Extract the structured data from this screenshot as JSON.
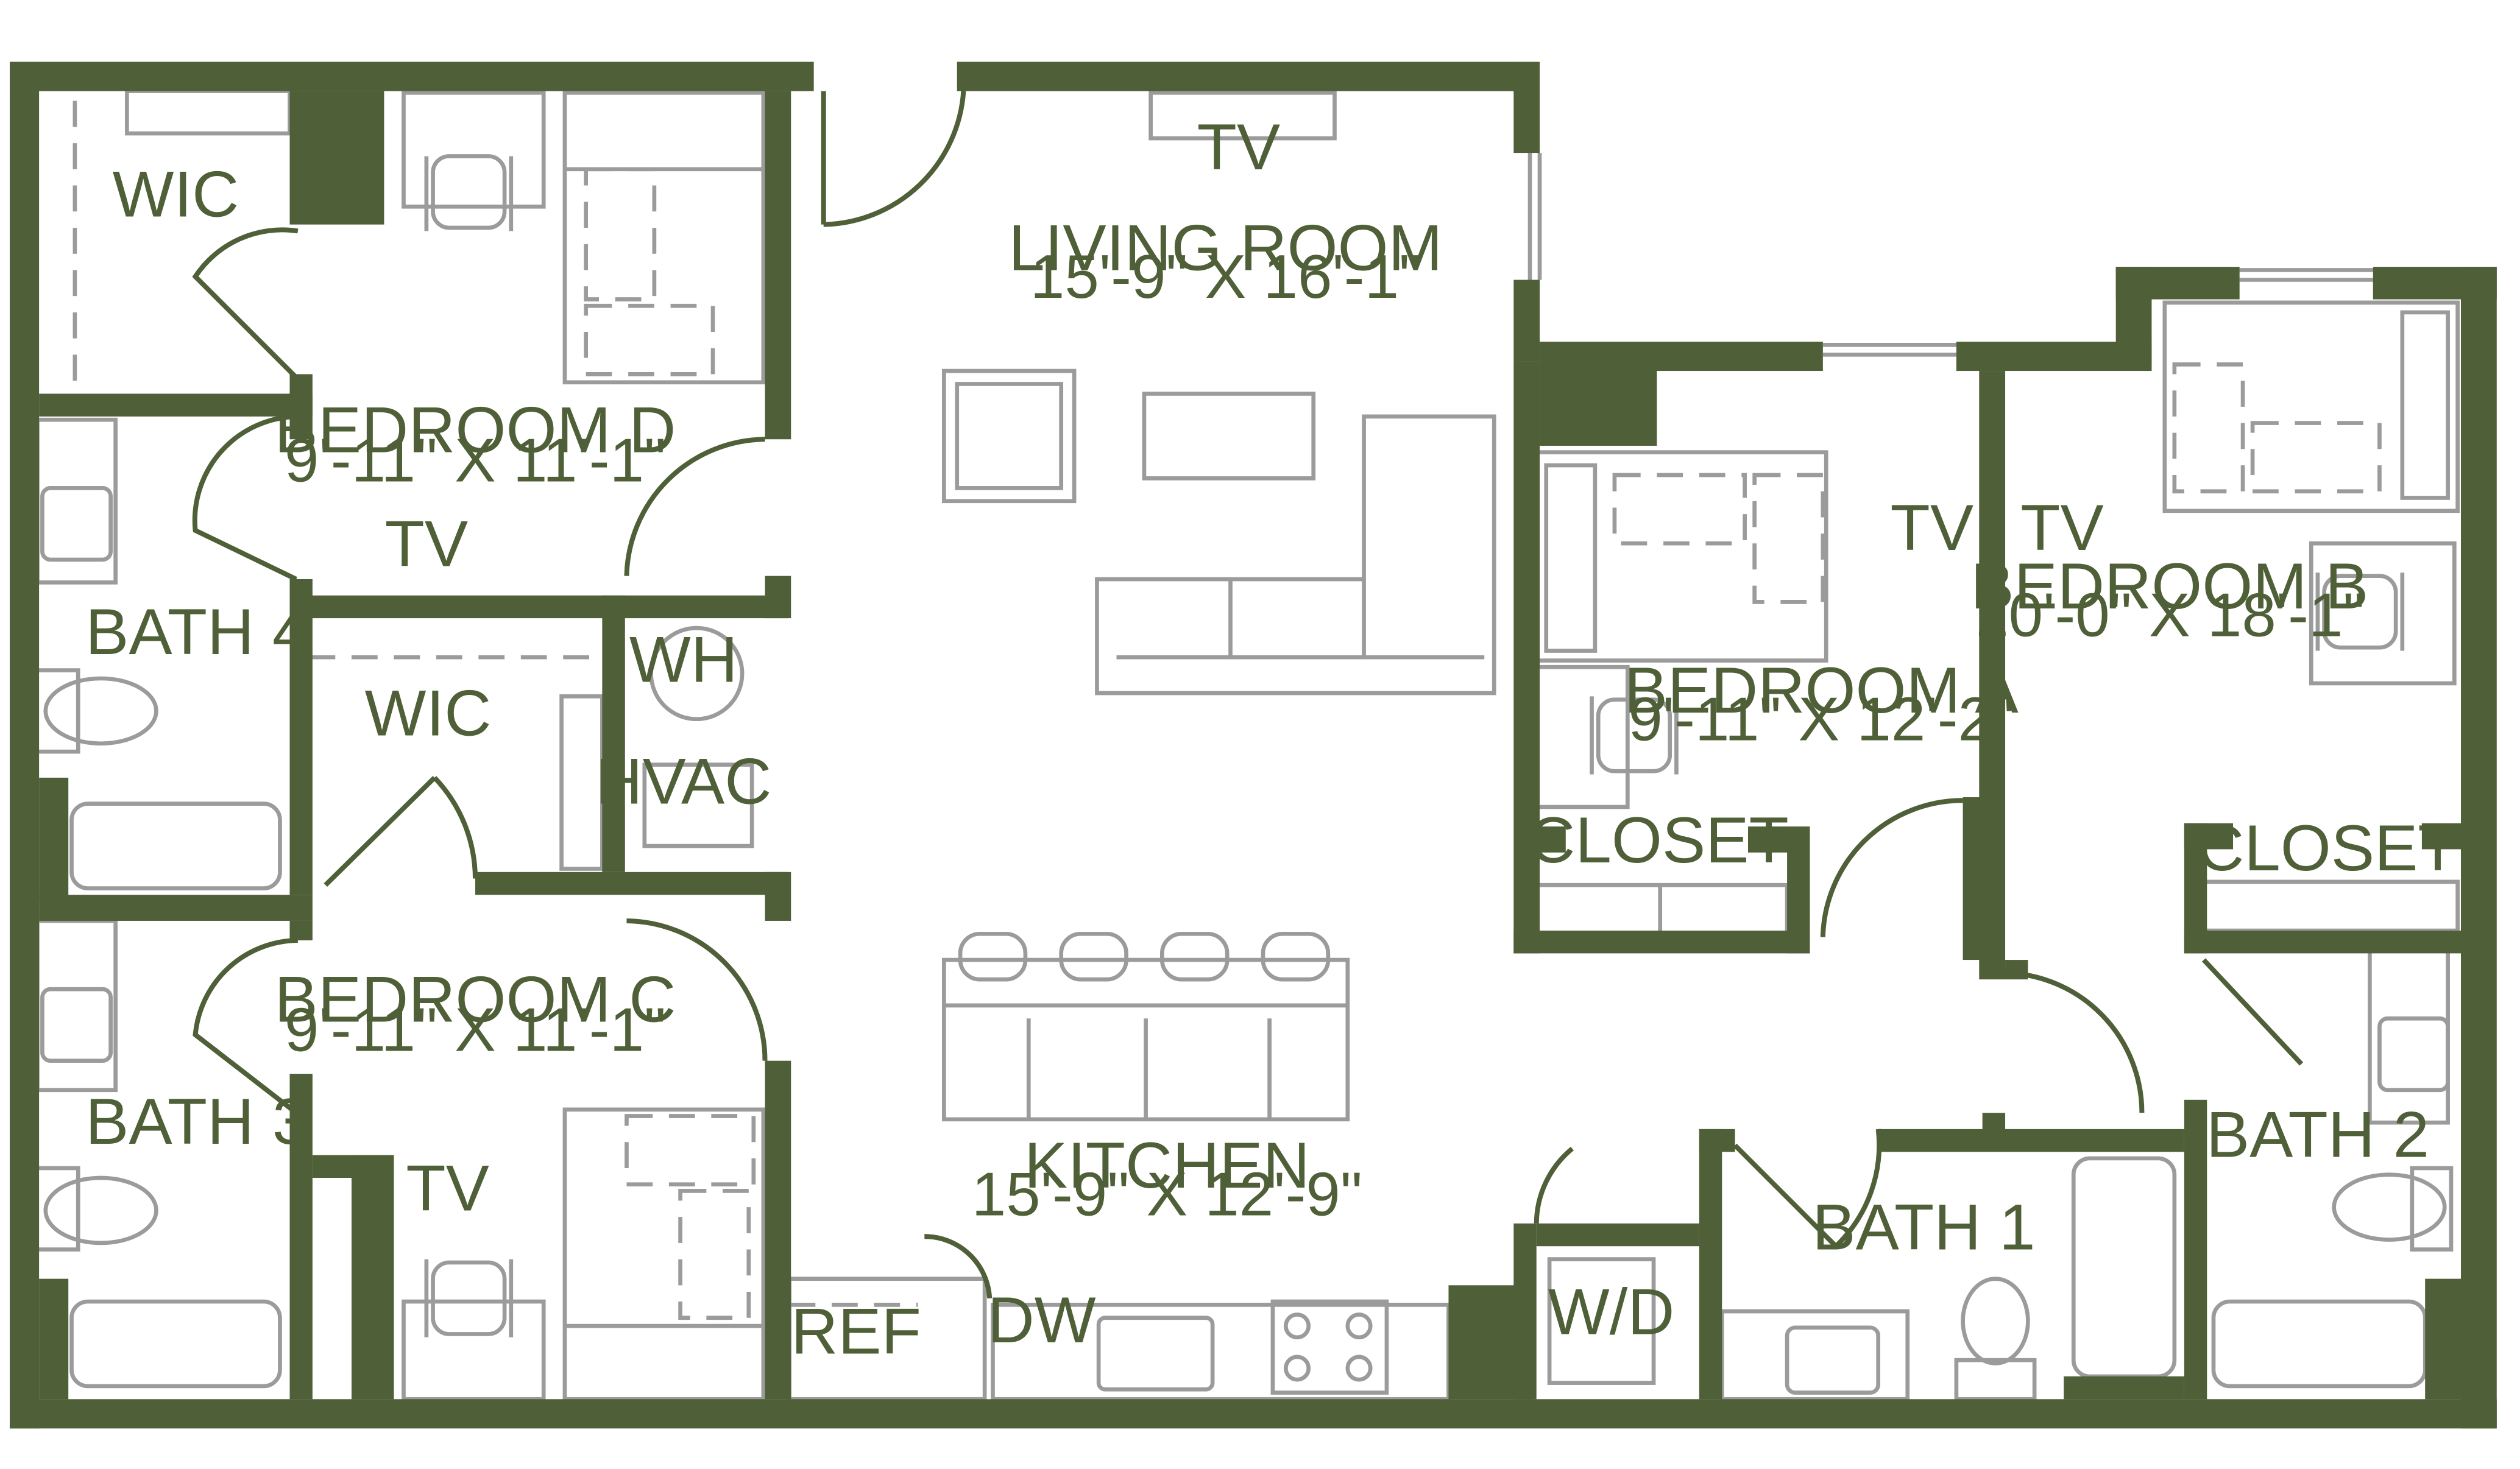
{
  "colors": {
    "wall": "#4f5f37",
    "fixture": "#9b9b9b",
    "background": "#ffffff"
  },
  "rooms": {
    "living_room": {
      "name": "LIVING ROOM",
      "dim": "15'-9\" X 16'-1\"",
      "tv": "TV"
    },
    "kitchen": {
      "name": "KITCHEN",
      "dim": "15'-9\" X 12'-9\""
    },
    "bedroom_a": {
      "name": "BEDROOM A",
      "dim": "9'-11\" X 12'-2\"",
      "tv": "TV",
      "closet": "CLOSET"
    },
    "bedroom_b": {
      "name": "BEDROOM B",
      "dim": "10'-0\" X 18'-1\"",
      "tv": "TV",
      "closet": "CLOSET"
    },
    "bedroom_c": {
      "name": "BEDROOM C",
      "dim": "9'-11\" X 11'-1\"",
      "tv": "TV"
    },
    "bedroom_d": {
      "name": "BEDROOM D",
      "dim": "9'-11\" X 11'-1\"",
      "tv": "TV"
    },
    "bath_1": {
      "name": "BATH 1"
    },
    "bath_2": {
      "name": "BATH 2"
    },
    "bath_3": {
      "name": "BATH 3"
    },
    "bath_4": {
      "name": "BATH 4"
    },
    "wic_d": {
      "name": "WIC"
    },
    "wic_c": {
      "name": "WIC"
    }
  },
  "utilities": {
    "wh": "WH",
    "hvac": "HVAC",
    "ref": "REF",
    "dw": "DW",
    "wd": "W/D"
  }
}
